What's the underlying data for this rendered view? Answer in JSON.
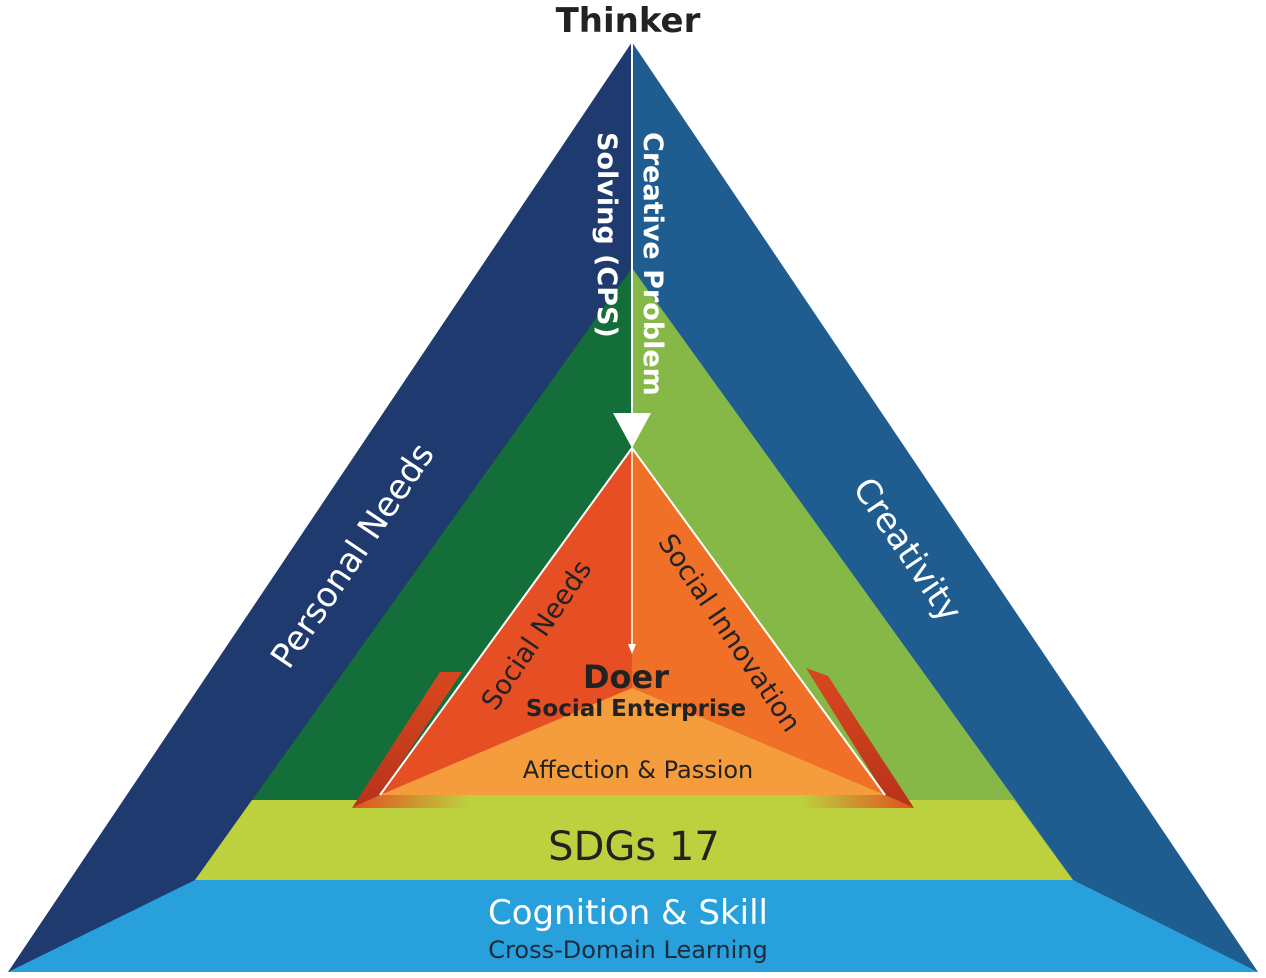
{
  "title": "Thinker",
  "arrow_label_line1": "Creative Problem",
  "arrow_label_line2": "Solving (CPS)",
  "outer_left": "Personal Needs",
  "outer_right": "Creativity",
  "inner_left": "Social Needs",
  "inner_right": "Social Innovation",
  "center_title": "Doer",
  "center_subtitle": "Social Enterprise",
  "inner_base": "Affection & Passion",
  "middle_band": "SDGs 17",
  "bottom_band_title": "Cognition & Skill",
  "bottom_band_subtitle": "Cross-Domain Learning",
  "colors": {
    "outer_left": "#1f3a6e",
    "outer_right": "#1f5d91",
    "bottom_band": "#27a0dc",
    "green_left": "#146e3a",
    "green_right": "#85b847",
    "lime_band": "#bdd13f",
    "orange_left": "#e64e23",
    "orange_right": "#f07027",
    "orange_base": "#f59c3c",
    "orange_shadow": "#c63b1c"
  }
}
